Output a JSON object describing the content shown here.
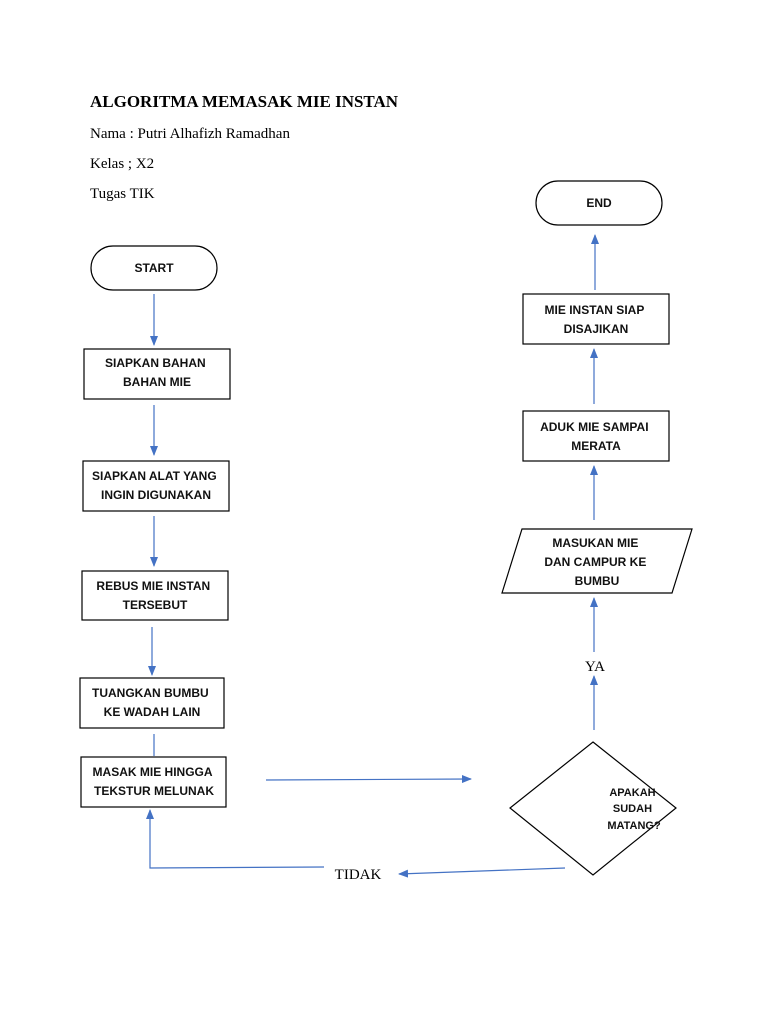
{
  "header": {
    "title": "ALGORITMA MEMASAK MIE INSTAN",
    "name_line": "Nama : Putri Alhafizh Ramadhan",
    "class_line": "Kelas ; X2",
    "task_line": "Tugas TIK"
  },
  "flowchart": {
    "start": "START",
    "steps": [
      [
        "SIAPKAN BAHAN",
        "BAHAN MIE"
      ],
      [
        "SIAPKAN ALAT YANG",
        "INGIN DIGUNAKAN"
      ],
      [
        "REBUS MIE INSTAN",
        "TERSEBUT"
      ],
      [
        "TUANGKAN BUMBU",
        "KE WADAH LAIN"
      ],
      [
        "MASAK MIE HINGGA",
        "TEKSTUR MELUNAK"
      ]
    ],
    "decision": [
      "APAKAH",
      "SUDAH",
      "MATANG?"
    ],
    "yes_label": "YA",
    "no_label": "TIDAK",
    "input_step": [
      "MASUKAN MIE",
      "DAN CAMPUR KE",
      "BUMBU"
    ],
    "stir_step": [
      "ADUK MIE SAMPAI",
      "MERATA"
    ],
    "serve_step": [
      "MIE INSTAN SIAP",
      "DISAJIKAN"
    ],
    "end": "END"
  },
  "colors": {
    "arrow": "#4472c4",
    "border": "#000000"
  }
}
